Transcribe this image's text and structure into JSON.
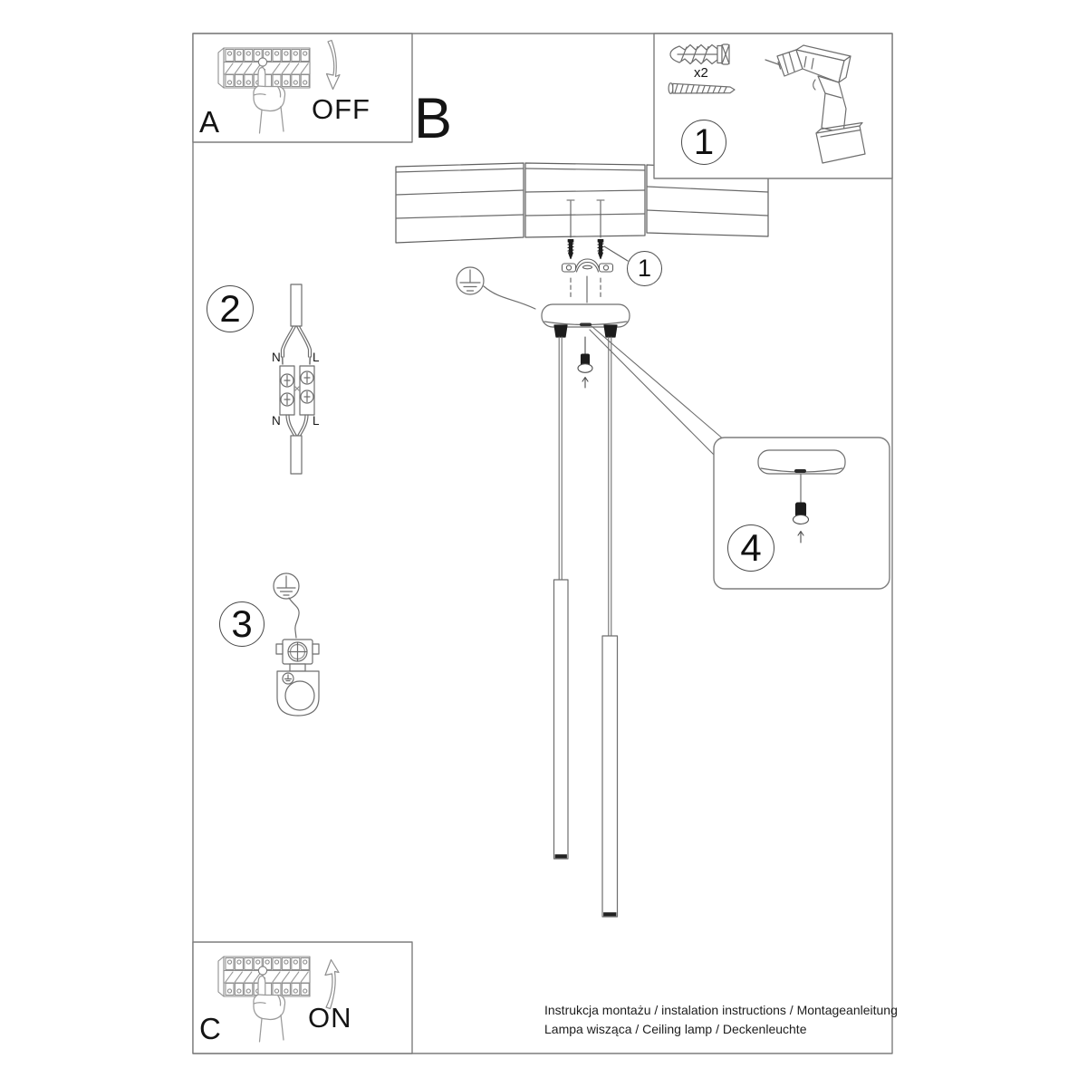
{
  "colors": {
    "line": "#6e6e6e",
    "light_line": "#9a9a9a",
    "dark": "#1c1c1c",
    "border": "#7d7d7d",
    "text": "#141414"
  },
  "steps": {
    "power_off": {
      "letter": "A",
      "action": "OFF"
    },
    "section": {
      "letter": "B"
    },
    "tools": {
      "badge": "1",
      "dowel_qty": "x2"
    },
    "mount": {
      "badge": "1"
    },
    "wiring": {
      "badge": "2",
      "n_top": "N",
      "l_top": "L",
      "n_bottom": "N",
      "l_bottom": "L"
    },
    "ground": {
      "badge": "3"
    },
    "canopy": {
      "badge": "4"
    },
    "power_on": {
      "letter": "C",
      "action": "ON"
    }
  },
  "footer": {
    "line1": "Instrukcja montażu / instalation instructions / Montageanleitung",
    "line2": "Lampa wisząca / Ceiling lamp / Deckenleuchte"
  }
}
